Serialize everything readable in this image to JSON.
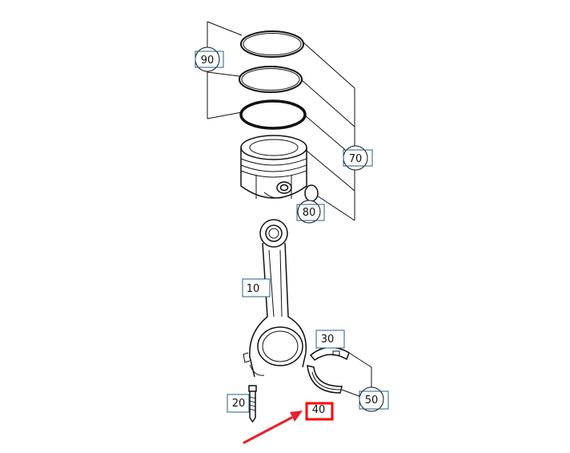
{
  "callouts": [
    {
      "id": "90",
      "label": "90"
    },
    {
      "id": "70",
      "label": "70"
    },
    {
      "id": "80",
      "label": "80"
    },
    {
      "id": "10",
      "label": "10"
    },
    {
      "id": "30",
      "label": "30"
    },
    {
      "id": "50",
      "label": "50"
    },
    {
      "id": "20",
      "label": "20"
    },
    {
      "id": "40",
      "label": "40"
    }
  ],
  "colors": {
    "line": "#111111",
    "callout_box": "#1f5f8b",
    "highlight": "#ff0000",
    "arrow": "#e8202a",
    "background": "#ffffff"
  }
}
